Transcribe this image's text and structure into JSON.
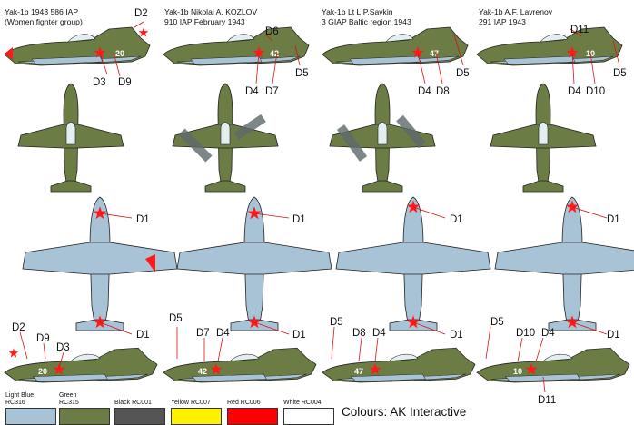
{
  "columns": [
    {
      "title1": "Yak-1b 1943 586 IAP",
      "title2": "(Women fighter group)",
      "profile_number": "20",
      "labels": {
        "top": [
          "D2",
          "D3",
          "D9"
        ],
        "bottom": [
          "D2",
          "D9",
          "D3"
        ],
        "under": [
          "D1",
          "D1"
        ]
      }
    },
    {
      "title1": "Yak-1b Nikolai A. KOZLOV",
      "title2": "910 IAP February 1943",
      "profile_number": "42",
      "labels": {
        "top": [
          "D6",
          "D5",
          "D4",
          "D7"
        ],
        "bottom": [
          "D5",
          "D7",
          "D4"
        ],
        "under": [
          "D1",
          "D1"
        ]
      }
    },
    {
      "title1": "Yak-1b Lt L.P.Savkin",
      "title2": "3 GIAP Baltic region 1943",
      "profile_number": "47",
      "labels": {
        "top": [
          "D5",
          "D4",
          "D8"
        ],
        "bottom": [
          "D5",
          "D8",
          "D4"
        ],
        "under": [
          "D1",
          "D1"
        ]
      }
    },
    {
      "title1": "Yak-1b A.F. Lavrenov",
      "title2": "291 IAP 1943",
      "profile_number": "10",
      "labels": {
        "top": [
          "D11",
          "D5",
          "D4",
          "D10"
        ],
        "bottom": [
          "D5",
          "D10",
          "D4",
          "D11"
        ],
        "under": [
          "D1",
          "D1"
        ]
      }
    }
  ],
  "palette": [
    {
      "name": "Light Blue",
      "code": "RC316",
      "color": "#a9c3d6"
    },
    {
      "name": "Green",
      "code": "RC315",
      "color": "#6b7d45"
    },
    {
      "name": "Black",
      "code": "RC001",
      "color": "#555555"
    },
    {
      "name": "Yellow",
      "code": "RC007",
      "color": "#fff200"
    },
    {
      "name": "Red",
      "code": "RC006",
      "color": "#ff0000"
    },
    {
      "name": "White",
      "code": "RC004",
      "color": "#ffffff"
    }
  ],
  "credits": "Colours: AK Interactive",
  "colors": {
    "green": "#6b7d45",
    "grey": "#5f6a6a",
    "light_blue": "#a9c3d6",
    "red": "#ff1a1a",
    "canopy": "#e3eef0"
  }
}
